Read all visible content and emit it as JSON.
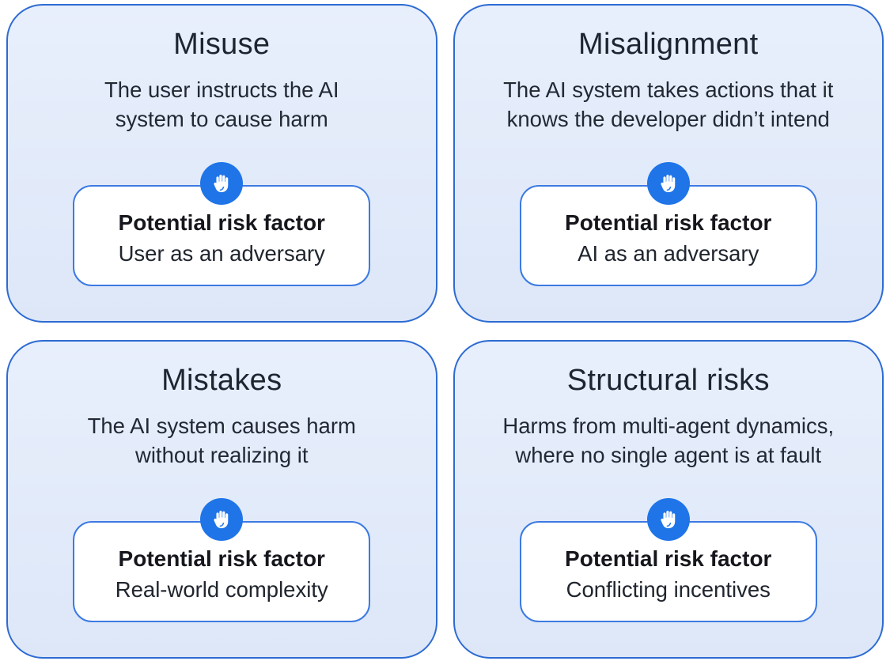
{
  "figure": {
    "cards": [
      {
        "title": "Misuse",
        "description_lines": [
          "The user instructs the AI",
          "system to cause harm"
        ],
        "risk": {
          "label": "Potential risk factor",
          "value": "User as an adversary"
        }
      },
      {
        "title": "Misalignment",
        "description_lines": [
          "The AI system takes actions that it",
          "knows the developer didn’t intend"
        ],
        "risk": {
          "label": "Potential risk factor",
          "value": "AI as an adversary"
        }
      },
      {
        "title": "Mistakes",
        "description_lines": [
          "The AI system causes harm",
          "without realizing it"
        ],
        "risk": {
          "label": "Potential risk factor",
          "value": "Real-world complexity"
        }
      },
      {
        "title": "Structural risks",
        "description_lines": [
          "Harms from multi-agent dynamics,",
          "where no single agent is at fault"
        ],
        "risk": {
          "label": "Potential risk factor",
          "value": "Conflicting incentives"
        }
      }
    ],
    "icon": "raised-hand-icon",
    "colors": {
      "card_background_top": "#e8effc",
      "card_background_bottom": "#dde7f8",
      "card_border": "#2d6bd3",
      "risk_box_border": "#3c7ae2",
      "badge_blue": "#1f75e8",
      "title_text": "#1d2532",
      "body_text": "#222835",
      "risk_box_fill": "#ffffff"
    }
  }
}
